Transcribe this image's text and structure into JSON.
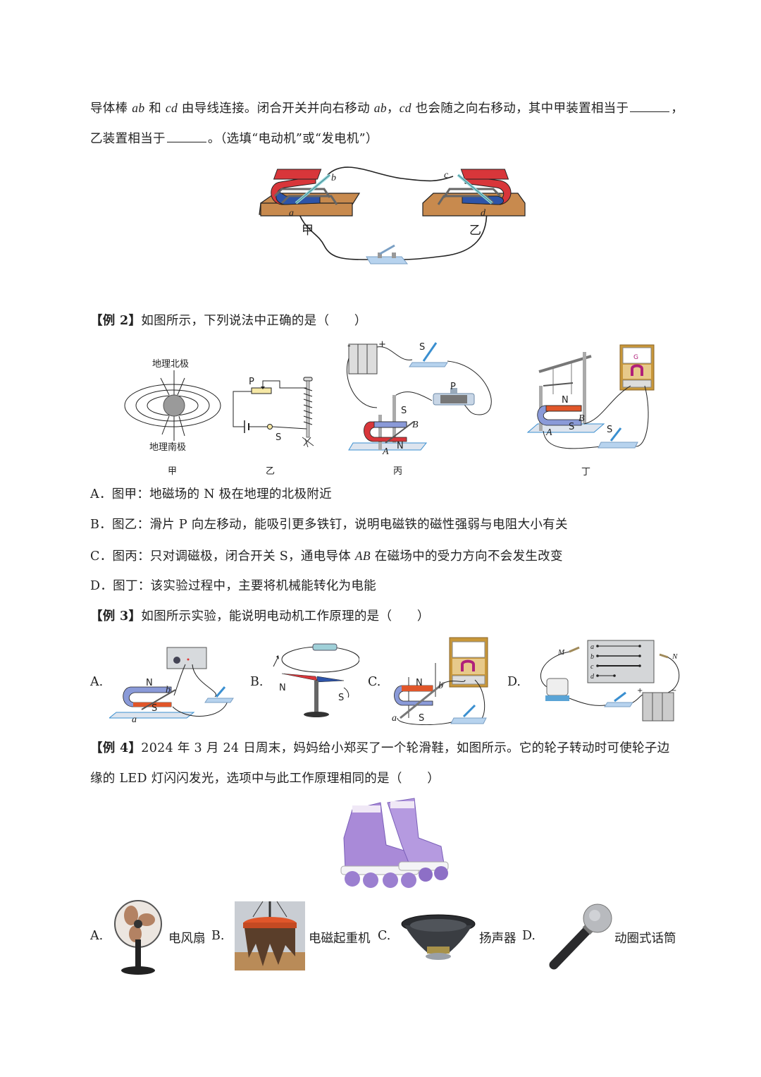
{
  "q1_continuation": {
    "line1": {
      "p1": "导体棒 ",
      "v1": "ab",
      "p2": " 和 ",
      "v2": "cd",
      "p3": " 由导线连接。闭合开关并向右移动 ",
      "v3": "ab",
      "p4": "，",
      "v4": "cd",
      "p5": " 也会随之向右移动，其中甲装置相当于",
      "p6": "，"
    },
    "line2": {
      "p1": "乙装置相当于",
      "p2": "。（选填“电动机”或“发电机”）"
    },
    "figure": {
      "label_a": "a",
      "label_b": "b",
      "label_c": "c",
      "label_d": "d",
      "left_caption": "甲",
      "right_caption": "乙"
    }
  },
  "example2": {
    "tag": "【例 2】",
    "stem": "如图所示，下列说法中正确的是（　　）",
    "figures": {
      "jia": {
        "caption": "甲",
        "north_label": "地理北极",
        "south_label": "地理南极"
      },
      "yi": {
        "caption": "乙",
        "slider_label": "P",
        "switch_label": "S"
      },
      "bing": {
        "caption": "丙",
        "switch_label": "S",
        "rheostat_label": "P",
        "pole_s": "S",
        "pole_n": "N",
        "rod_a": "A",
        "rod_b": "B",
        "minus": "-",
        "plus": "+"
      },
      "ding": {
        "caption": "丁",
        "pole_n": "N",
        "pole_s": "S",
        "rod_a": "A",
        "rod_b": "B",
        "switch_label": "S",
        "meter_letter": "G"
      }
    },
    "options": [
      {
        "key": "A．",
        "text": "图甲：地磁场的 N 极在地理的北极附近"
      },
      {
        "key": "B．",
        "text": "图乙：滑片 P 向左移动，能吸引更多铁钉，说明电磁铁的磁性强弱与电阻大小有关"
      },
      {
        "key": "C．",
        "pre": "图丙：只对调磁极，闭合开关 S，通电导体 ",
        "var": "AB",
        "post": " 在磁场中的受力方向不会发生改变"
      },
      {
        "key": "D．",
        "text": "图丁：该实验过程中，主要将机械能转化为电能"
      }
    ]
  },
  "example3": {
    "tag": "【例 3】",
    "stem": "如图所示实验，能说明电动机工作原理的是（　　）",
    "options": [
      {
        "key": "A.",
        "labels": {
          "n": "N",
          "s": "S",
          "a": "a",
          "b": "b"
        }
      },
      {
        "key": "B.",
        "labels": {
          "n": "N",
          "s": "S"
        }
      },
      {
        "key": "C.",
        "labels": {
          "n": "N",
          "s": "S",
          "a": "a",
          "b": "b"
        }
      },
      {
        "key": "D.",
        "labels": {
          "m": "M",
          "n": "N",
          "wires": [
            "a",
            "b",
            "c",
            "d"
          ],
          "plus": "+",
          "minus": "−"
        }
      }
    ]
  },
  "example4": {
    "tag": "【例 4】",
    "line1": "2024 年 3 月 24 日周末，妈妈给小郑买了一个轮滑鞋，如图所示。它的轮子转动时可使轮子边",
    "line2": "缘的 LED 灯闪闪发光，选项中与此工作原理相同的是（　　）",
    "options": [
      {
        "key": "A.",
        "label": "电风扇"
      },
      {
        "key": "B.",
        "label": "电磁起重机"
      },
      {
        "key": "C.",
        "label": "扬声器"
      },
      {
        "key": "D.",
        "label": "动圈式话筒"
      }
    ]
  },
  "colors": {
    "magnet_red": "#d8363a",
    "magnet_blue": "#2e54a8",
    "wood": "#c88a4e",
    "rod_cyan": "#8fd3d8",
    "base_blue": "#5aa4d6",
    "skate_purple": "#9b7fd0"
  }
}
